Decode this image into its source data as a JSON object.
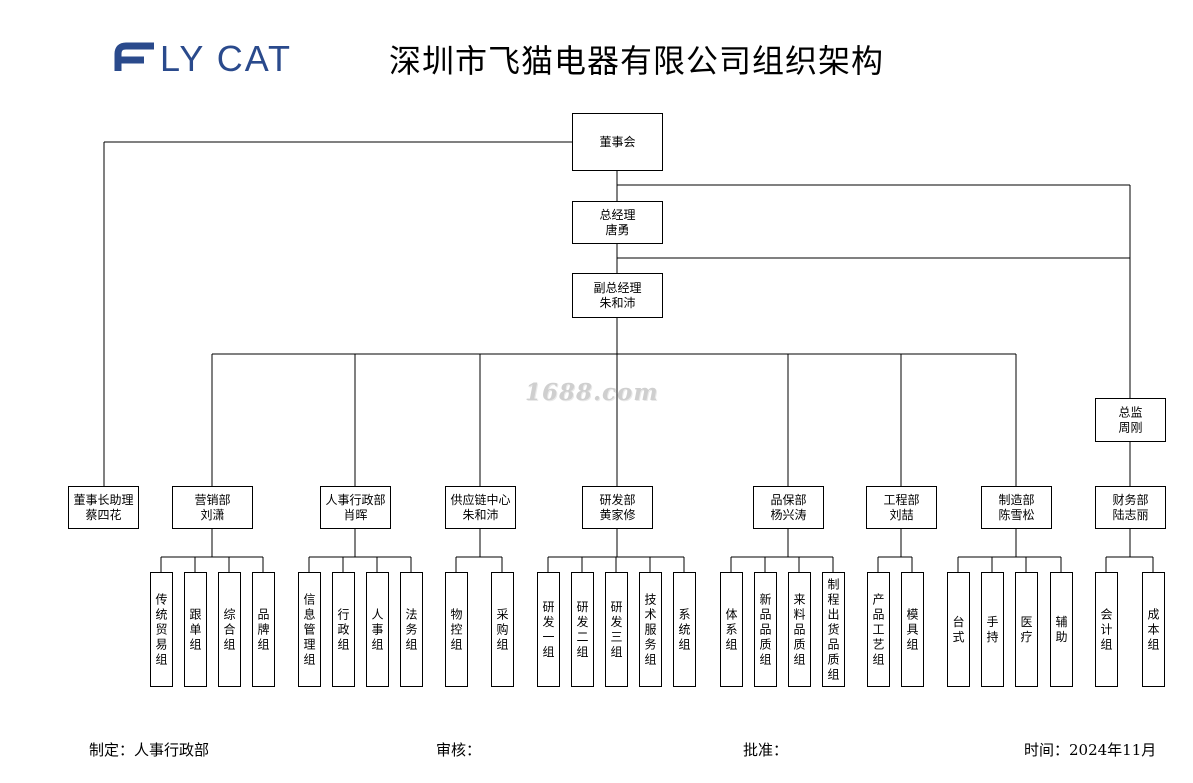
{
  "brand": {
    "logo_text": "FLY CAT",
    "logo_color": "#2a4a8c"
  },
  "title": "深圳市飞猫电器有限公司组织架构",
  "watermark": "1688.com",
  "org": {
    "board": {
      "lines": [
        "董事会"
      ]
    },
    "gm": {
      "lines": [
        "总经理",
        "唐勇"
      ]
    },
    "vgm": {
      "lines": [
        "副总经理",
        "朱和沛"
      ]
    },
    "supervisor": {
      "lines": [
        "总监",
        "周刚"
      ]
    },
    "assistant": {
      "lines": [
        "董事长助理",
        "蔡四花"
      ]
    },
    "departments": [
      {
        "lines": [
          "营销部",
          "刘潇"
        ],
        "groups": [
          "传统贸易组",
          "跟单组",
          "综合组",
          "品牌组"
        ]
      },
      {
        "lines": [
          "人事行政部",
          "肖晖"
        ],
        "groups": [
          "信息管理组",
          "行政组",
          "人事组",
          "法务组"
        ]
      },
      {
        "lines": [
          "供应链中心",
          "朱和沛"
        ],
        "groups": [
          "物控组",
          "采购组"
        ]
      },
      {
        "lines": [
          "研发部",
          "黄家修"
        ],
        "groups": [
          "研发一组",
          "研发二组",
          "研发三组",
          "技术服务组",
          "系统组"
        ]
      },
      {
        "lines": [
          "品保部",
          "杨兴涛"
        ],
        "groups": [
          "体系组",
          "新品品质组",
          "来料品质组",
          "制程出货品质组"
        ]
      },
      {
        "lines": [
          "工程部",
          "刘喆"
        ],
        "groups": [
          "产品工艺组",
          "模具组"
        ]
      },
      {
        "lines": [
          "制造部",
          "陈雪松"
        ],
        "groups": [
          "台式",
          "手持",
          "医疗",
          "辅助"
        ]
      },
      {
        "lines": [
          "财务部",
          "陆志丽"
        ],
        "groups": [
          "会计组",
          "成本组"
        ]
      }
    ]
  },
  "footer": {
    "made_by": "制定：人事行政部",
    "review": "审核：",
    "approve": "批准：",
    "date": "时间：2024年11月"
  }
}
